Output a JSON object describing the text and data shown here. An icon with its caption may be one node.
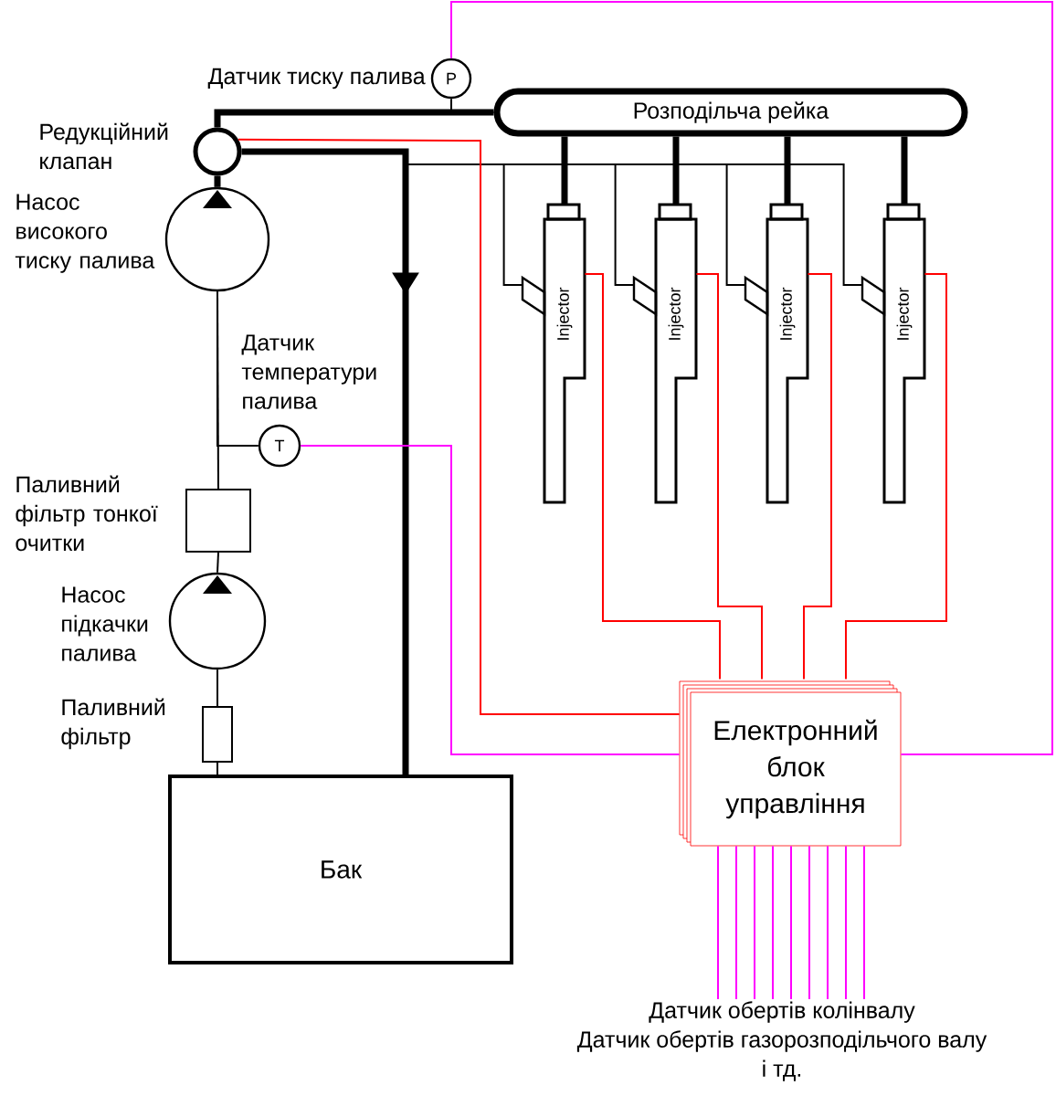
{
  "diagram": {
    "nodes": [
      {
        "text": [
          "Датчик тиску палива",
          "P"
        ]
      },
      {
        "text": [
          "Розподільча рейка"
        ]
      },
      {
        "text": [
          "Редукційний клапан"
        ]
      },
      {
        "text": [
          "Насос високого тиску палива"
        ]
      },
      {
        "text": [
          "Датчик температури палива",
          "T"
        ]
      },
      {
        "text": [
          "Паливний фільтр тонкої очитки"
        ]
      },
      {
        "text": [
          "Насос підкачки палива"
        ]
      },
      {
        "text": [
          "Паливний фільтр"
        ]
      },
      {
        "text": [
          "Бак"
        ]
      },
      {
        "text": [
          "Injector"
        ]
      },
      {
        "text": [
          "Injector"
        ]
      },
      {
        "text": [
          "Injector"
        ]
      },
      {
        "text": [
          "Injector"
        ]
      },
      {
        "text": [
          "Електронний блок управління"
        ]
      },
      {
        "text": [
          "Датчик обертів колінвалу",
          "Датчик обертів газорозподільчого валу",
          "і тд."
        ]
      }
    ],
    "edges": [
      {
        "from": 8,
        "to": 7,
        "arrow": "none"
      },
      {
        "from": 7,
        "to": 6,
        "arrow": "none"
      },
      {
        "from": 6,
        "to": 5,
        "arrow": "none"
      },
      {
        "from": 5,
        "to": 3,
        "arrow": "none"
      },
      {
        "from": 4,
        "to": 3,
        "arrow": "none"
      },
      {
        "from": 3,
        "to": 2,
        "arrow": "none",
        "style": "thick"
      },
      {
        "from": 2,
        "to": 1,
        "arrow": "none",
        "style": "thick"
      },
      {
        "from": 0,
        "to": 1,
        "arrow": "none"
      },
      {
        "from": 2,
        "to": 8,
        "arrow": "to",
        "style": "thick"
      },
      {
        "from": 9,
        "to": 8,
        "arrow": "none"
      },
      {
        "from": 10,
        "to": 8,
        "arrow": "none"
      },
      {
        "from": 11,
        "to": 8,
        "arrow": "none"
      },
      {
        "from": 12,
        "to": 8,
        "arrow": "none"
      },
      {
        "from": 1,
        "to": 9,
        "arrow": "none",
        "style": "thick"
      },
      {
        "from": 1,
        "to": 10,
        "arrow": "none",
        "style": "thick"
      },
      {
        "from": 1,
        "to": 11,
        "arrow": "none",
        "style": "thick"
      },
      {
        "from": 1,
        "to": 12,
        "arrow": "none",
        "style": "thick"
      },
      {
        "from": 13,
        "to": 9,
        "arrow": "none",
        "color": "#ff0000"
      },
      {
        "from": 13,
        "to": 10,
        "arrow": "none",
        "color": "#ff0000"
      },
      {
        "from": 13,
        "to": 11,
        "arrow": "none",
        "color": "#ff0000"
      },
      {
        "from": 13,
        "to": 12,
        "arrow": "none",
        "color": "#ff0000"
      },
      {
        "from": 13,
        "to": 2,
        "arrow": "none",
        "color": "#ff0000"
      },
      {
        "from": 13,
        "to": 4,
        "arrow": "none",
        "color": "#ff00ff"
      },
      {
        "from": 13,
        "to": 0,
        "arrow": "none",
        "color": "#ff00ff"
      },
      {
        "from": 13,
        "to": 14,
        "arrow": "none",
        "color": "#ff00ff"
      },
      {
        "from": 13,
        "to": 14,
        "arrow": "none",
        "color": "#ff00ff"
      },
      {
        "from": 13,
        "to": 14,
        "arrow": "none",
        "color": "#ff00ff"
      },
      {
        "from": 13,
        "to": 14,
        "arrow": "none",
        "color": "#ff00ff"
      },
      {
        "from": 13,
        "to": 14,
        "arrow": "none",
        "color": "#ff00ff"
      },
      {
        "from": 13,
        "to": 14,
        "arrow": "none",
        "color": "#ff00ff"
      },
      {
        "from": 13,
        "to": 14,
        "arrow": "none",
        "color": "#ff00ff"
      },
      {
        "from": 13,
        "to": 14,
        "arrow": "none",
        "color": "#ff00ff"
      },
      {
        "from": 13,
        "to": 14,
        "arrow": "none",
        "color": "#ff00ff"
      }
    ]
  }
}
